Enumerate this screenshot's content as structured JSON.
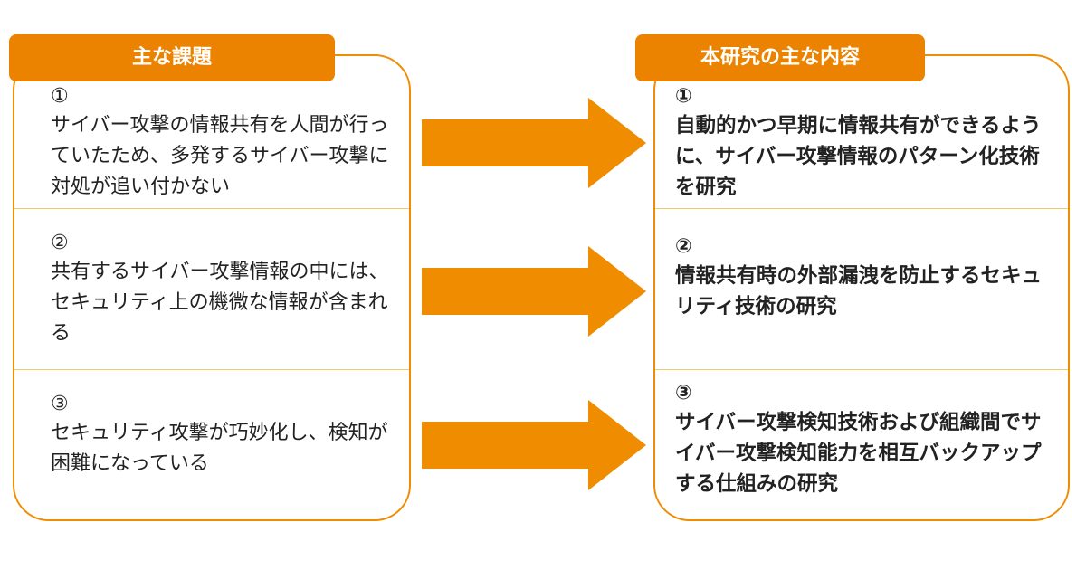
{
  "left_panel": {
    "title": "主な課題",
    "items": [
      {
        "number": "①",
        "text": "サイバー攻撃の情報共有を人間が行っていたため、多発するサイバー攻撃に対処が追い付かない"
      },
      {
        "number": "②",
        "text": "共有するサイバー攻撃情報の中には、セキュリティ上の機微な情報が含まれる"
      },
      {
        "number": "③",
        "text": "セキュリティ攻撃が巧妙化し、検知が困難になっている"
      }
    ]
  },
  "right_panel": {
    "title": "本研究の主な内容",
    "items": [
      {
        "number": "①",
        "text": "自動的かつ早期に情報共有ができるように、サイバー攻撃情報のパターン化技術を研究"
      },
      {
        "number": "②",
        "text": "情報共有時の外部漏洩を防止するセキュリティ技術の研究"
      },
      {
        "number": "③",
        "text": "サイバー攻撃検知技術および組織間でサイバー攻撃検知能力を相互バックアップする仕組みの研究"
      }
    ]
  },
  "colors": {
    "accent": "#ec8300",
    "border": "#f08c00",
    "divider": "#f2cc66",
    "text": "#222222"
  }
}
